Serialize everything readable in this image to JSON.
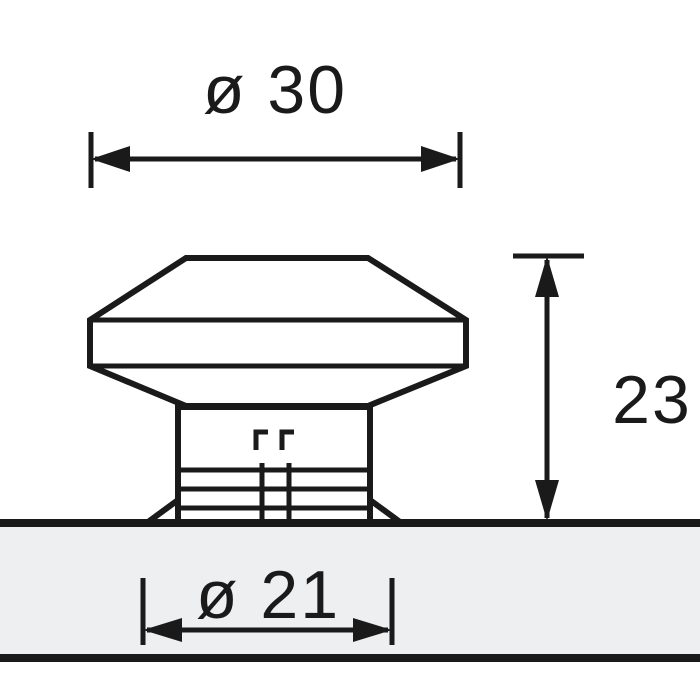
{
  "drawing": {
    "title": "Furniture knob technical dimension drawing",
    "background_color": "#ffffff",
    "line_color": "#1a1a1a",
    "panel_color": "#eeeff1"
  },
  "dimensions": {
    "top": {
      "label": "ø 30",
      "symbol": "ø",
      "value": "30",
      "name": "knob-head-diameter",
      "orientation": "horizontal"
    },
    "right": {
      "label": "23",
      "value": "23",
      "name": "knob-height",
      "orientation": "vertical"
    },
    "bottom": {
      "label": "ø 21",
      "symbol": "ø",
      "value": "21",
      "name": "knob-base-diameter",
      "orientation": "horizontal"
    }
  },
  "part": {
    "name": "octagonal-knob",
    "features": [
      "octagonal-head",
      "collar-band",
      "cylindrical-shaft",
      "threaded-ribs",
      "flared-foot"
    ]
  },
  "panel": {
    "name": "mounting-surface",
    "label": ""
  }
}
